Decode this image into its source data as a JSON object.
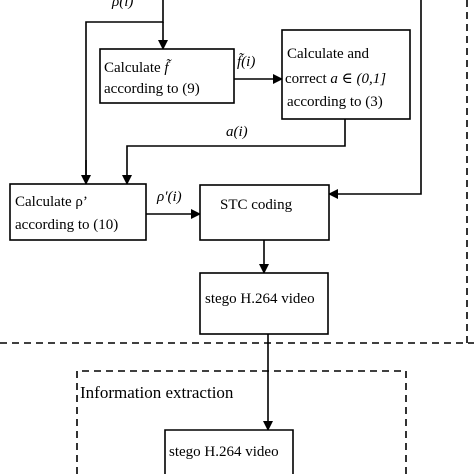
{
  "diagram": {
    "boxes": {
      "calc_f": {
        "line1": "Calculate",
        "symbol": "f̃",
        "line2": "according to (9)"
      },
      "calc_a": {
        "line1": "Calculate and",
        "line2_prefix": "correct",
        "line2_expr": "a ∈ (0,1]",
        "line3": "according to (3)"
      },
      "calc_rho": {
        "line1": "Calculate ρ’",
        "line2": "according to (10)"
      },
      "stc": {
        "label": "STC coding"
      },
      "stego_top": {
        "label": "stego H.264 video"
      },
      "stego_bottom": {
        "label": "stego H.264 video"
      }
    },
    "edge_labels": {
      "rho_top": "ρ(i)",
      "f_tilde": "f̃(i)",
      "a_i": "a(i)",
      "rho_prime": "ρ′(i)"
    },
    "sections": {
      "extraction": "Information extraction"
    }
  }
}
